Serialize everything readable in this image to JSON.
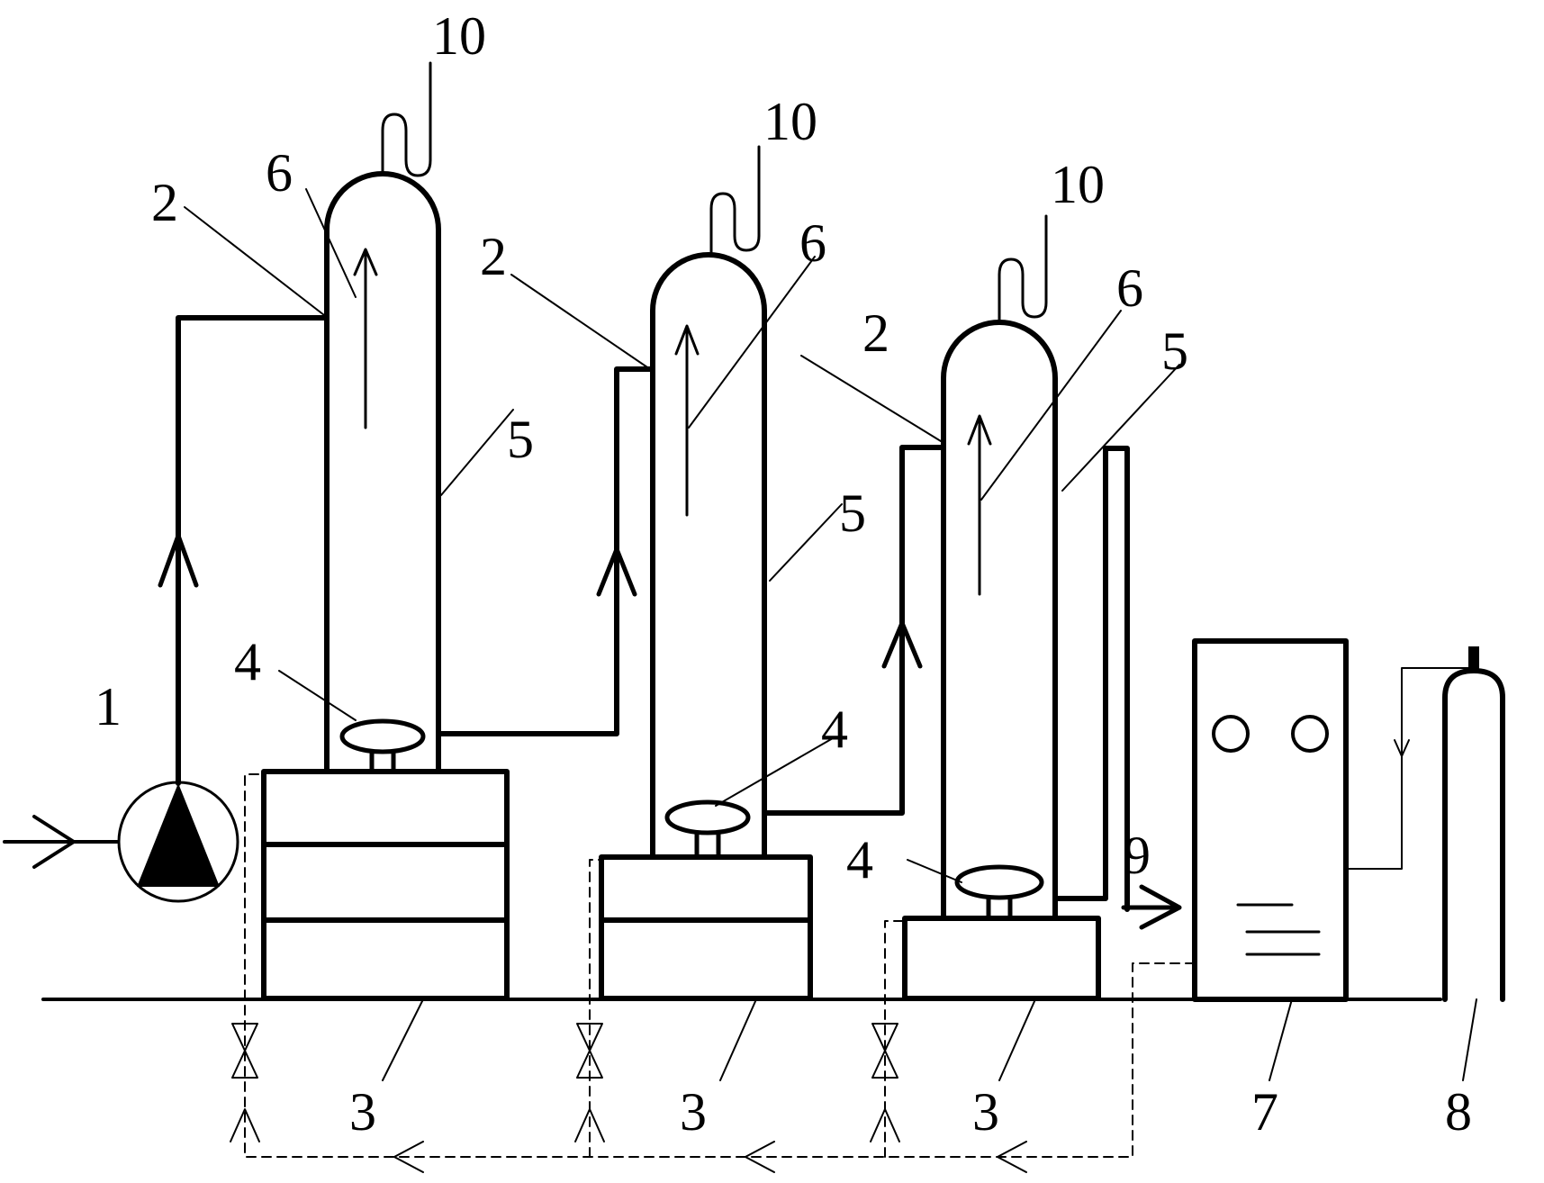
{
  "labels": {
    "pump": "1",
    "inlet": "2",
    "base": "3",
    "distributor": "4",
    "column": "5",
    "flow_direction": "6",
    "tank": "7",
    "gas_cylinder": "8",
    "outlet": "9",
    "vent_tube": "10"
  }
}
